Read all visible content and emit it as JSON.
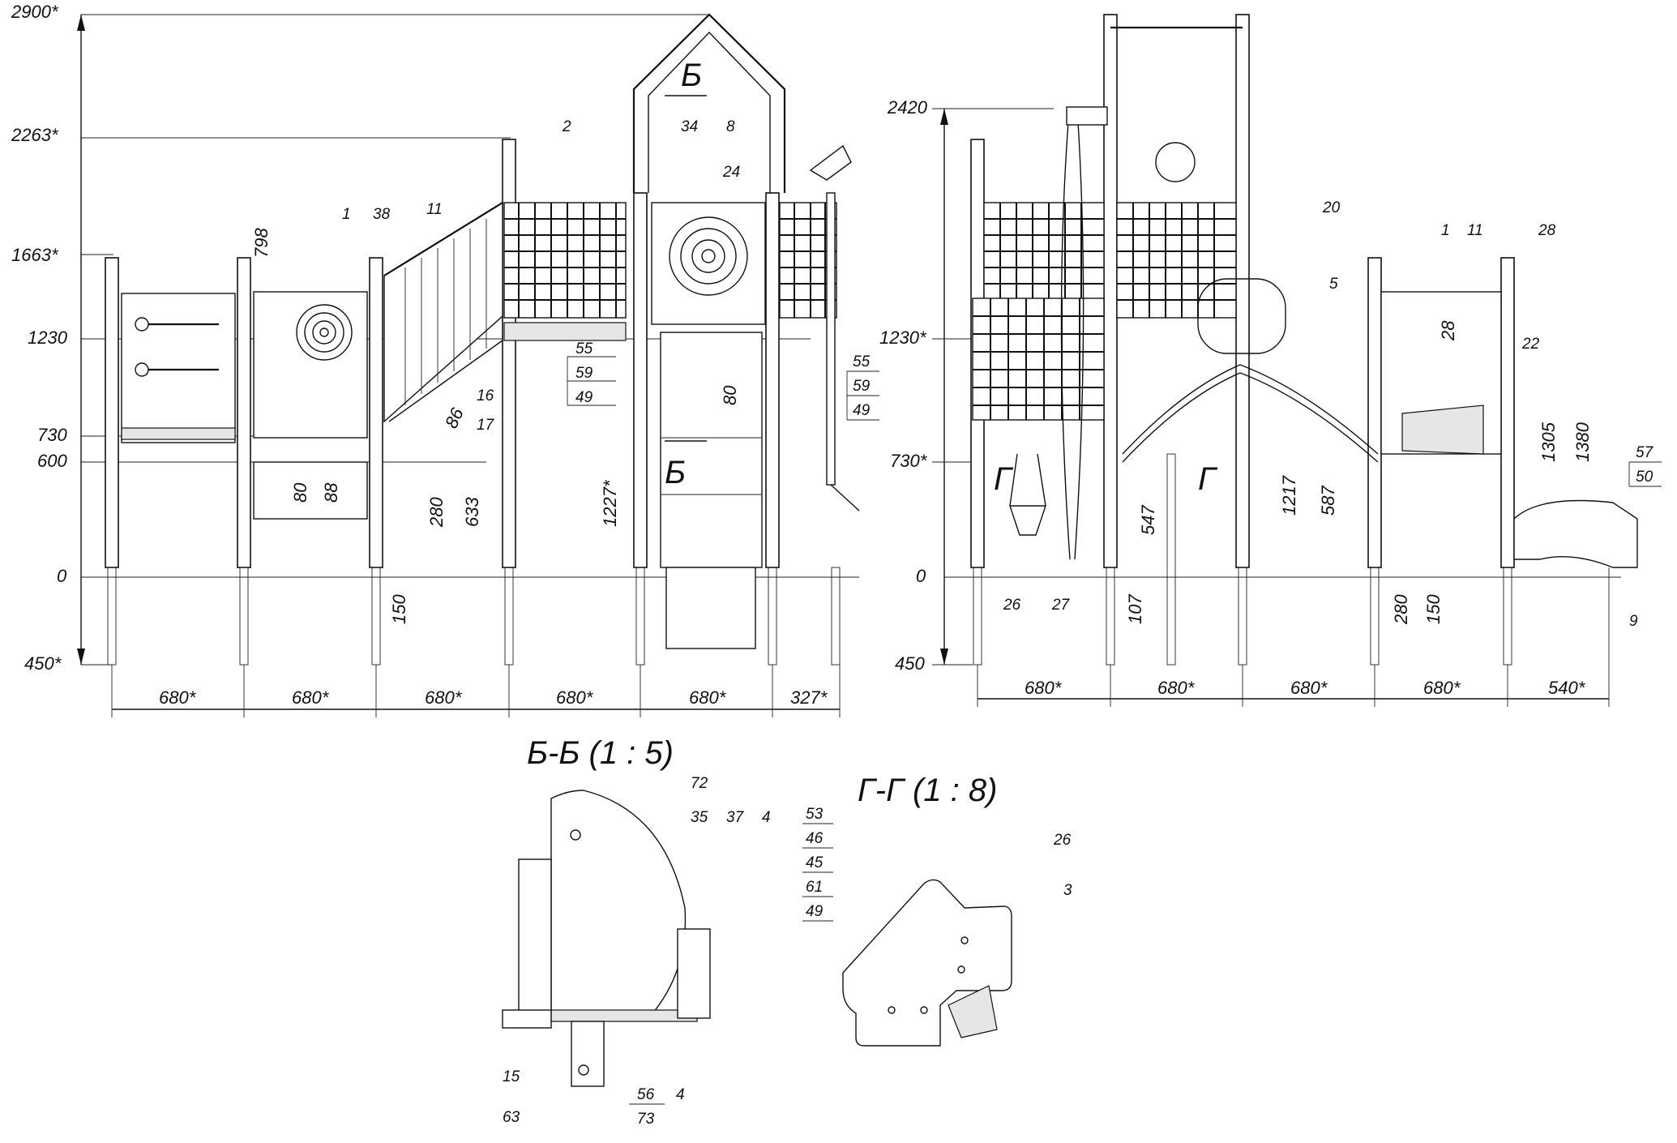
{
  "front_view": {
    "height_labels": [
      "2900*",
      "2263*",
      "1663*",
      "1230",
      "730",
      "600",
      "0",
      "450*"
    ],
    "width_labels": [
      "680*",
      "680*",
      "680*",
      "680*",
      "680*",
      "327*"
    ],
    "internal_dims": [
      "798",
      "80",
      "88",
      "280",
      "633",
      "150",
      "1227*",
      "80",
      "86"
    ],
    "callouts_top": [
      "1",
      "38",
      "11",
      "2",
      "34",
      "8",
      "24"
    ],
    "callouts_side": [
      "16",
      "17"
    ],
    "callout_stack_left": [
      "55",
      "59",
      "49"
    ],
    "callout_stack_right": [
      "55",
      "59",
      "49"
    ],
    "section_mark": "Б"
  },
  "side_view": {
    "height_labels": [
      "2420",
      "1230*",
      "730*",
      "0",
      "450"
    ],
    "width_labels": [
      "680*",
      "680*",
      "680*",
      "680*",
      "540*"
    ],
    "internal_dims": [
      "547",
      "107",
      "1217",
      "587",
      "28",
      "1305",
      "1380",
      "280",
      "150"
    ],
    "callouts": [
      "20",
      "5",
      "1",
      "11",
      "28",
      "22",
      "26",
      "27",
      "9"
    ],
    "callout_stack": [
      "57",
      "50"
    ],
    "section_mark": "Г"
  },
  "section_bb": {
    "title": "Б-Б (1 : 5)",
    "callouts": [
      "72",
      "35",
      "37",
      "4",
      "15",
      "63",
      "56",
      "4"
    ],
    "callout_box": "73"
  },
  "section_gg": {
    "title": "Г-Г (1 : 8)",
    "callout_stack": [
      "53",
      "46",
      "45",
      "61",
      "49"
    ],
    "callouts": [
      "26",
      "3"
    ]
  }
}
